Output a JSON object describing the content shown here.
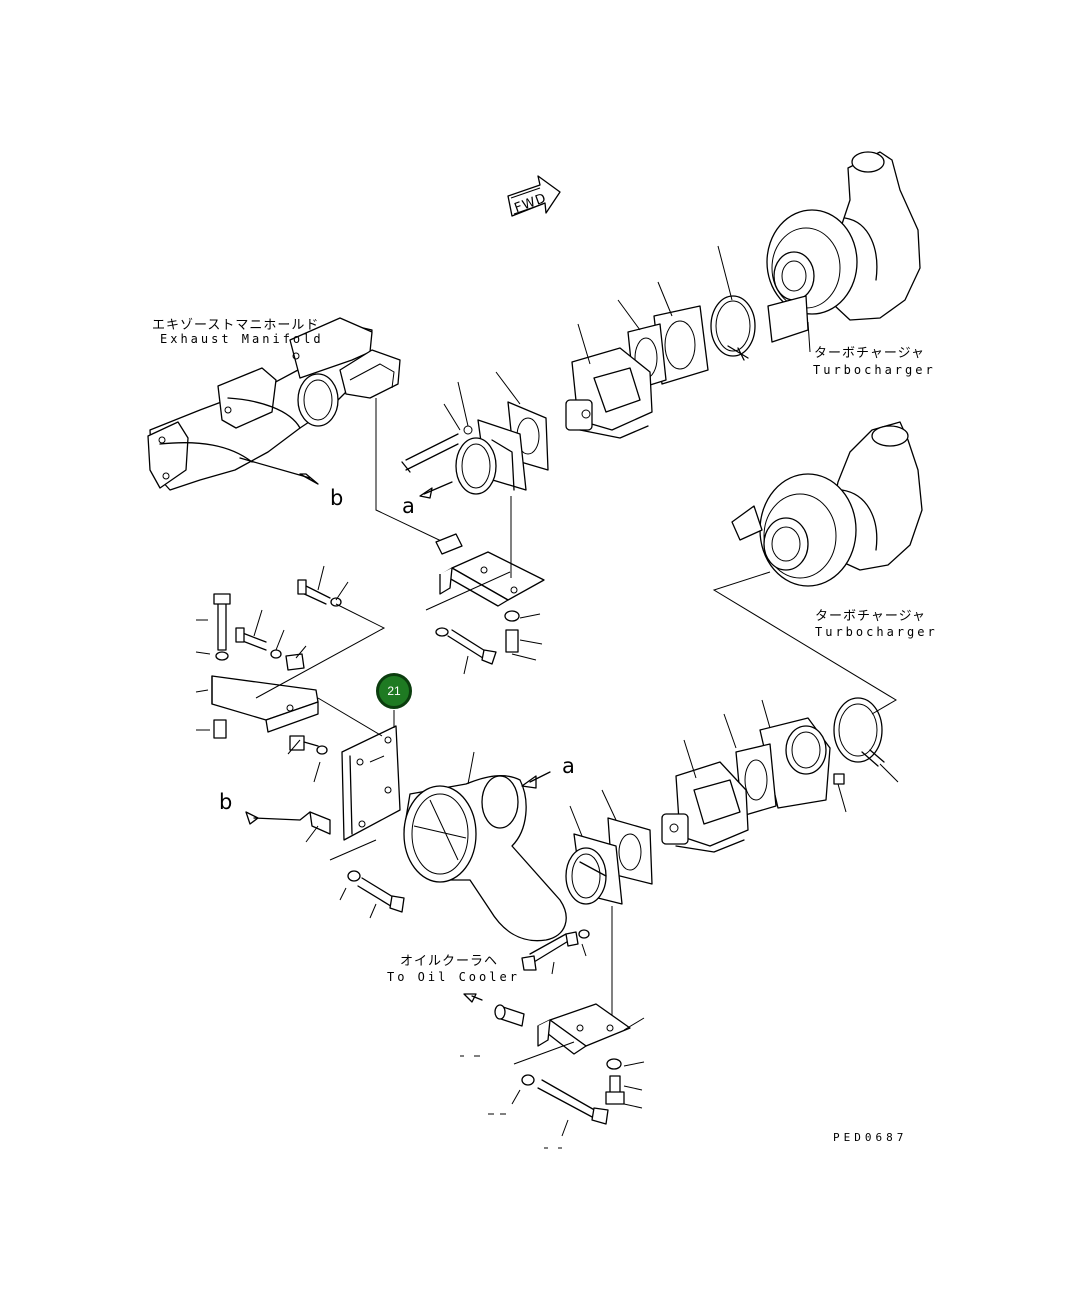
{
  "fwd_label": "FWD",
  "labels": {
    "exhaust_manifold_jp": "エキゾーストマニホールド",
    "exhaust_manifold_en": "Exhaust Manifold",
    "turbocharger_top_jp": "ターボチャージャ",
    "turbocharger_top_en": "Turbocharger",
    "turbocharger_mid_jp": "ターボチャージャ",
    "turbocharger_mid_en": "Turbocharger",
    "oil_cooler_jp": "オイルクーラヘ",
    "oil_cooler_en": "To Oil Cooler"
  },
  "refs": {
    "b_upper": "b",
    "a_upper": "a",
    "a_lower": "a",
    "b_lower": "b"
  },
  "callout": {
    "number": "21",
    "color": "#1e7a22"
  },
  "drawing_code": "PED0687"
}
